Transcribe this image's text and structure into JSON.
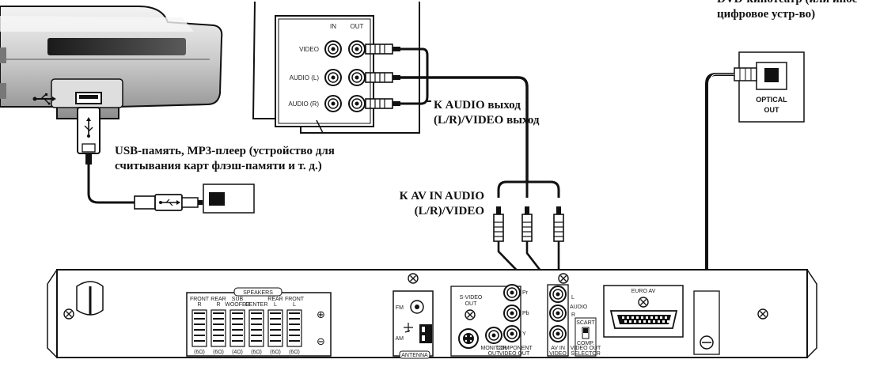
{
  "captions": {
    "dvd_theater": [
      "DVD-кинотеатр (или иное",
      "цифровое устр-во)"
    ],
    "audio_out": [
      "К AUDIO выход",
      "(L/R)/VIDEO выход"
    ],
    "usb": [
      "USB-память, MP3-плеер (устройство для",
      "считывания карт флэш-памяти и т. д.)"
    ],
    "av_in": [
      "К AV IN AUDIO",
      "(L/R)/VIDEO"
    ]
  },
  "vcr_panel": {
    "col_in": "IN",
    "col_out": "OUT",
    "rows": [
      "VIDEO",
      "AUDIO (L)",
      "AUDIO (R)"
    ]
  },
  "optical": {
    "line1": "OPTICAL",
    "line2": "OUT"
  },
  "receiver": {
    "speakers_title": "SPEAKERS",
    "speaker_labels": [
      {
        "top": "FRONT",
        "sub": "R",
        "ohm": "(6Ω)"
      },
      {
        "top": "REAR",
        "sub": "R",
        "ohm": "(6Ω)"
      },
      {
        "top": "SUB",
        "sub": "WOOFER",
        "ohm": "(4Ω)"
      },
      {
        "top": "",
        "sub": "CENTER",
        "ohm": "(6Ω)"
      },
      {
        "top": "REAR",
        "sub": "L",
        "ohm": "(6Ω)"
      },
      {
        "top": "FRONT",
        "sub": "L",
        "ohm": "(6Ω)"
      }
    ],
    "plus": "⊕",
    "minus": "⊖",
    "fm": "FM",
    "am": "AM",
    "antenna": "ANTENNA",
    "svideo": [
      "S-VIDEO",
      "OUT"
    ],
    "monitor": [
      "MONITOR",
      "OUT"
    ],
    "component": [
      "COMPONENT",
      "VIDEO OUT"
    ],
    "pr_pb_y": [
      "Pr",
      "Pb",
      "Y"
    ],
    "audio": "AUDIO",
    "l": "L",
    "r": "R",
    "av_in": [
      "AV IN",
      "VIDEO"
    ],
    "scart": "SCART",
    "comp": "COMP.",
    "video_out_selector": [
      "VIDEO OUT",
      "SELECTOR"
    ],
    "euro_av": "EURO AV"
  }
}
